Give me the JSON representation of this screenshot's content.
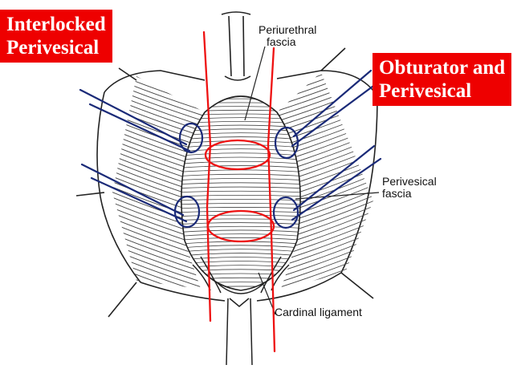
{
  "callouts": {
    "interlocked": {
      "line1": "Interlocked",
      "line2": "Perivesical"
    },
    "obturator": {
      "line1": "Obturator and",
      "line2": "Perivesical"
    }
  },
  "annotations": {
    "periurethral_fascia": {
      "line1": "Periurethral",
      "line2": "fascia"
    },
    "perivesical_fascia": {
      "line1": "Perivesical",
      "line2": "fascia"
    },
    "cardinal_ligament": "Cardinal ligament"
  },
  "colors": {
    "callout_background": "#ee0000",
    "callout_text": "#ffffff",
    "incision_lines": "#ee1111",
    "suture_lines": "#1a2a78",
    "drawing_ink": "#222222"
  }
}
